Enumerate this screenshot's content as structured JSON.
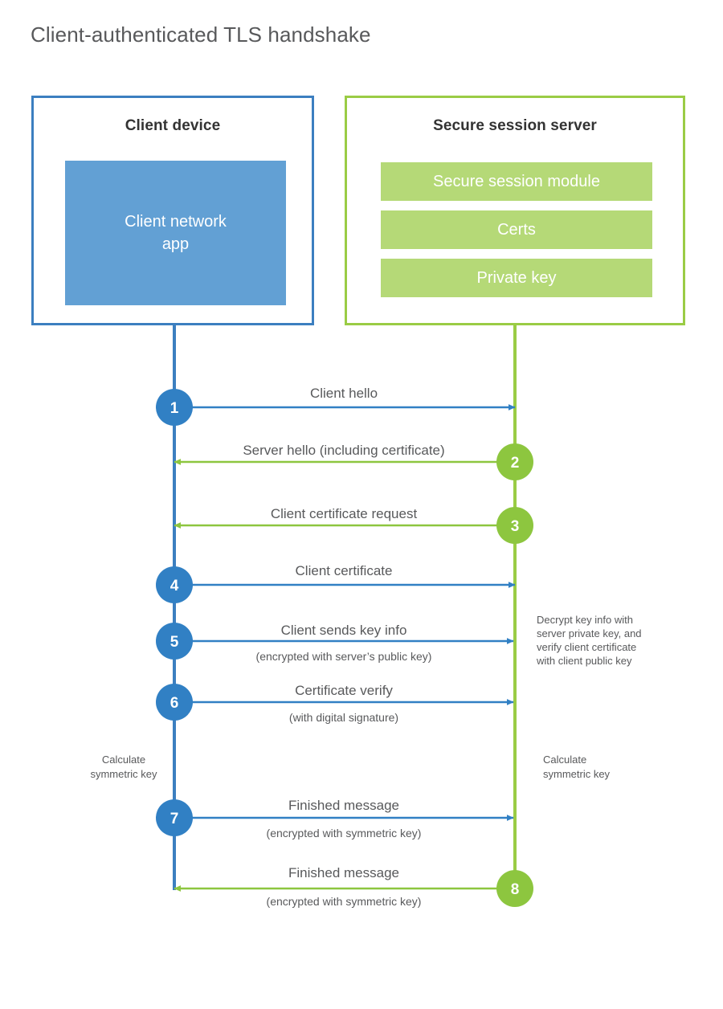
{
  "title": "Client-authenticated TLS handshake",
  "colors": {
    "client_blue": "#3c7fc0",
    "client_app_blue": "#62a0d4",
    "server_green": "#9acc45",
    "server_module_green": "#b5d977",
    "step_blue": "#3180c4",
    "step_green": "#8dc63f",
    "text_gray": "#58595b",
    "background": "#ffffff"
  },
  "client": {
    "title": "Client device",
    "app_label": "Client network app",
    "app_label_lines": [
      "Client network",
      "app"
    ],
    "calculate_note_lines": [
      "Calculate",
      "symmetric key"
    ]
  },
  "server": {
    "title": "Secure session server",
    "modules": [
      {
        "label": "Secure session module"
      },
      {
        "label": "Certs"
      },
      {
        "label": "Private key"
      }
    ],
    "decrypt_note_lines": [
      "Decrypt key info with",
      "server private key, and",
      "verify client certificate",
      "with client public key"
    ],
    "calculate_note_lines": [
      "Calculate",
      "symmetric key"
    ]
  },
  "steps": [
    {
      "number": "1",
      "label": "Client hello",
      "sublabel": "",
      "direction": "client-to-server",
      "color": "#3180c4"
    },
    {
      "number": "2",
      "label": "Server hello (including certificate)",
      "sublabel": "",
      "direction": "server-to-client",
      "color": "#8dc63f"
    },
    {
      "number": "3",
      "label": "Client certificate request",
      "sublabel": "",
      "direction": "server-to-client",
      "color": "#8dc63f"
    },
    {
      "number": "4",
      "label": "Client certificate",
      "sublabel": "",
      "direction": "client-to-server",
      "color": "#3180c4"
    },
    {
      "number": "5",
      "label": "Client sends key info",
      "sublabel": "(encrypted with server’s public key)",
      "direction": "client-to-server",
      "color": "#3180c4"
    },
    {
      "number": "6",
      "label": "Certificate verify",
      "sublabel": "(with digital signature)",
      "direction": "client-to-server",
      "color": "#3180c4"
    },
    {
      "number": "7",
      "label": "Finished message",
      "sublabel": "(encrypted with symmetric key)",
      "direction": "client-to-server",
      "color": "#3180c4"
    },
    {
      "number": "8",
      "label": "Finished message",
      "sublabel": "(encrypted with symmetric key)",
      "direction": "server-to-client",
      "color": "#8dc63f"
    }
  ]
}
